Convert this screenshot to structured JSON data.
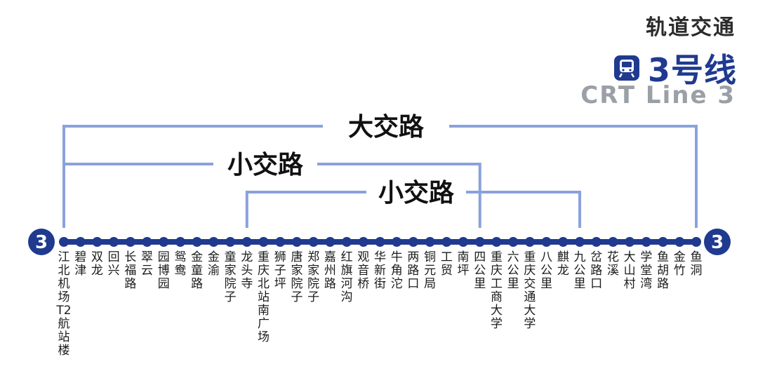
{
  "header": {
    "category": "轨道交通",
    "line_name": "3号线",
    "line_name_en": "CRT Line 3",
    "line_number": "3"
  },
  "colors": {
    "line_dark": "#1f3a8f",
    "route_light": "#8aa2dc",
    "text": "#1b1b1b"
  },
  "routes": [
    {
      "label": "大交路",
      "from": "江北机场T2航站楼",
      "to": "鱼洞"
    },
    {
      "label": "小交路",
      "from": "江北机场T2航站楼",
      "to": "四公里"
    },
    {
      "label": "小交路",
      "from": "龙头寺",
      "to": "九公里"
    }
  ],
  "stations": [
    "江北机场T2航站楼",
    "碧津",
    "双龙",
    "回兴",
    "长福路",
    "翠云",
    "园博园",
    "鸳鸯",
    "金童路",
    "金渝",
    "童家院子",
    "龙头寺",
    "重庆北站南广场",
    "狮子坪",
    "唐家院子",
    "郑家院子",
    "嘉州路",
    "红旗河沟",
    "观音桥",
    "华新街",
    "牛角沱",
    "两路口",
    "铜元局",
    "工贸",
    "南坪",
    "四公里",
    "重庆工商大学",
    "六公里",
    "重庆交通大学",
    "八公里",
    "麒龙",
    "九公里",
    "岔路口",
    "花溪",
    "大山村",
    "学堂湾",
    "鱼胡路",
    "金竹",
    "鱼洞"
  ]
}
